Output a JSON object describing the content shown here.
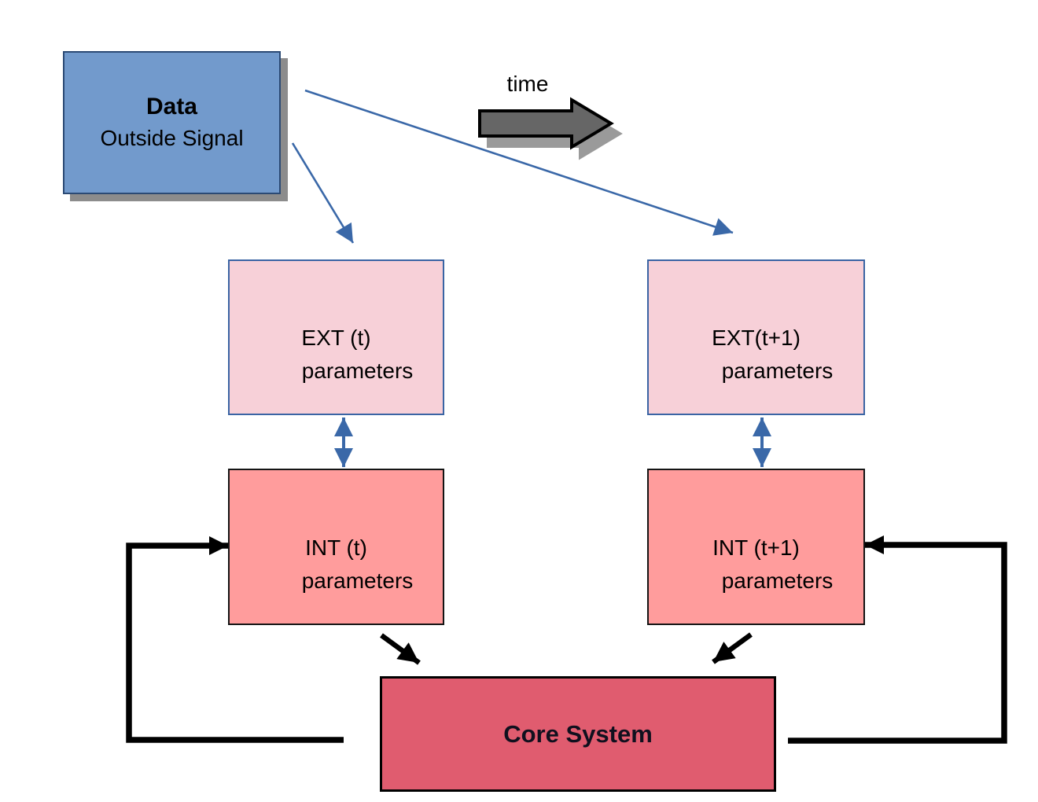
{
  "diagram": {
    "data_box": {
      "title": "Data",
      "subtitle": "Outside Signal"
    },
    "time_label": "time",
    "ext_t": {
      "line1": "EXT (t)",
      "line2": "parameters"
    },
    "ext_t_plus_1": {
      "line1": "EXT(t+1)",
      "line2": "parameters"
    },
    "int_t": {
      "line1": "INT (t)",
      "line2": "parameters"
    },
    "int_t_plus_1": {
      "line1": "INT (t+1)",
      "line2": "parameters"
    },
    "core_box": {
      "label": "Core System"
    },
    "connectors": [
      {
        "name": "data-to-ext-t",
        "from": "data_box",
        "to": "ext_t",
        "style": "blue-arrow"
      },
      {
        "name": "data-to-ext-t-plus-1",
        "from": "data_box",
        "to": "ext_t_plus_1",
        "style": "blue-arrow"
      },
      {
        "name": "ext-int-bidirectional-t",
        "from": "ext_t",
        "to": "int_t",
        "style": "blue-double-arrow"
      },
      {
        "name": "ext-int-bidirectional-t-plus-1",
        "from": "ext_t_plus_1",
        "to": "int_t_plus_1",
        "style": "blue-double-arrow"
      },
      {
        "name": "int-t-to-core",
        "from": "int_t",
        "to": "core_box",
        "style": "black-arrow"
      },
      {
        "name": "int-t-plus-1-to-core",
        "from": "int_t_plus_1",
        "to": "core_box",
        "style": "black-arrow"
      },
      {
        "name": "core-feedback-to-int-t",
        "from": "core_box",
        "to": "int_t",
        "style": "black-elbow-arrow"
      },
      {
        "name": "core-feedback-to-int-t-plus-1",
        "from": "core_box",
        "to": "int_t_plus_1",
        "style": "black-elbow-arrow"
      },
      {
        "name": "time-direction",
        "style": "gray-block-arrow"
      }
    ],
    "colors": {
      "data_box_fill": "#729ACC",
      "data_box_border": "#2B4A74",
      "ext_fill": "#F7D0D8",
      "ext_border": "#3A64A4",
      "int_fill": "#FF9C9C",
      "int_border": "#141414",
      "core_fill": "#E05C6F",
      "core_border": "#000000",
      "arrow_blue": "#3A68A8",
      "arrow_black": "#000000",
      "time_arrow_fill": "#666666",
      "time_arrow_border": "#000000",
      "shadow_gray": "#8C8C8C"
    }
  }
}
